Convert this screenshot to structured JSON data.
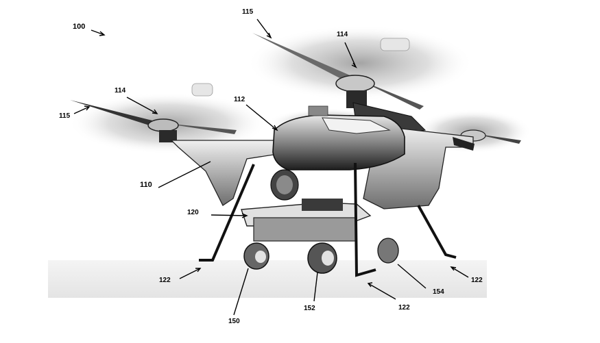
{
  "figure": {
    "reference_labels": {
      "r100": "100",
      "r115_top": "115",
      "r114_right": "114",
      "r114_left": "114",
      "r115_left": "115",
      "r112": "112",
      "r110": "110",
      "r120": "120",
      "r122_left": "122",
      "r150": "150",
      "r152": "152",
      "r122_bottom": "122",
      "r154": "154",
      "r122_right": "122"
    }
  },
  "colors": {
    "ink": "#000000",
    "body_dark": "#2a2a2a",
    "body_mid": "#8c8c8c",
    "body_light": "#d6d6d6",
    "rotor_blur": "#bdbdbd",
    "ground": "#ececec",
    "wheel": "#505050"
  }
}
